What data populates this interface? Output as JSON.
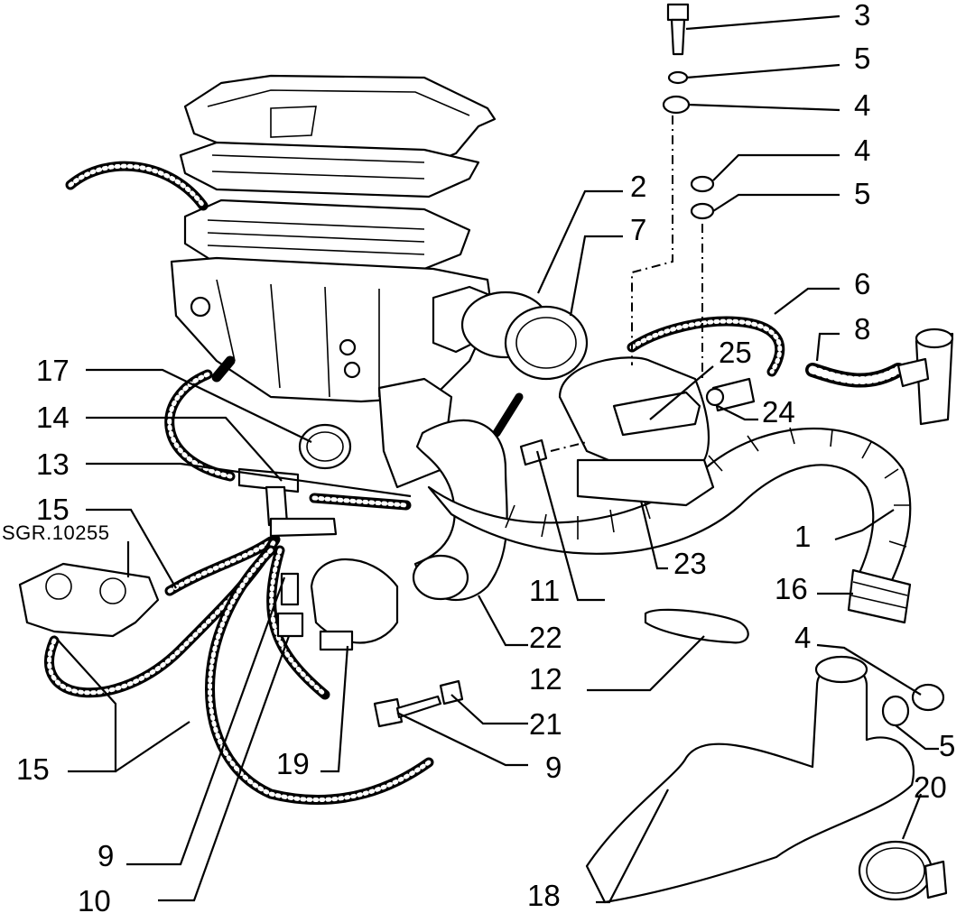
{
  "drawing_code": "SGR.10255",
  "part_labels": [
    {
      "key": "p3",
      "text": "3"
    },
    {
      "key": "p5a",
      "text": "5"
    },
    {
      "key": "p4a",
      "text": "4"
    },
    {
      "key": "p4b",
      "text": "4"
    },
    {
      "key": "p5b",
      "text": "5"
    },
    {
      "key": "p2",
      "text": "2"
    },
    {
      "key": "p7",
      "text": "7"
    },
    {
      "key": "p6",
      "text": "6"
    },
    {
      "key": "p8",
      "text": "8"
    },
    {
      "key": "p25",
      "text": "25"
    },
    {
      "key": "p24",
      "text": "24"
    },
    {
      "key": "p17",
      "text": "17"
    },
    {
      "key": "p14",
      "text": "14"
    },
    {
      "key": "p13",
      "text": "13"
    },
    {
      "key": "p15a",
      "text": "15"
    },
    {
      "key": "p1",
      "text": "1"
    },
    {
      "key": "p23",
      "text": "23"
    },
    {
      "key": "p16",
      "text": "16"
    },
    {
      "key": "p11",
      "text": "11"
    },
    {
      "key": "p22",
      "text": "22"
    },
    {
      "key": "p12",
      "text": "12"
    },
    {
      "key": "p4c",
      "text": "4"
    },
    {
      "key": "p21",
      "text": "21"
    },
    {
      "key": "p5c",
      "text": "5"
    },
    {
      "key": "p9a",
      "text": "9"
    },
    {
      "key": "p19",
      "text": "19"
    },
    {
      "key": "p15b",
      "text": "15"
    },
    {
      "key": "p20",
      "text": "20"
    },
    {
      "key": "p9b",
      "text": "9"
    },
    {
      "key": "p10",
      "text": "10"
    },
    {
      "key": "p18",
      "text": "18"
    }
  ]
}
